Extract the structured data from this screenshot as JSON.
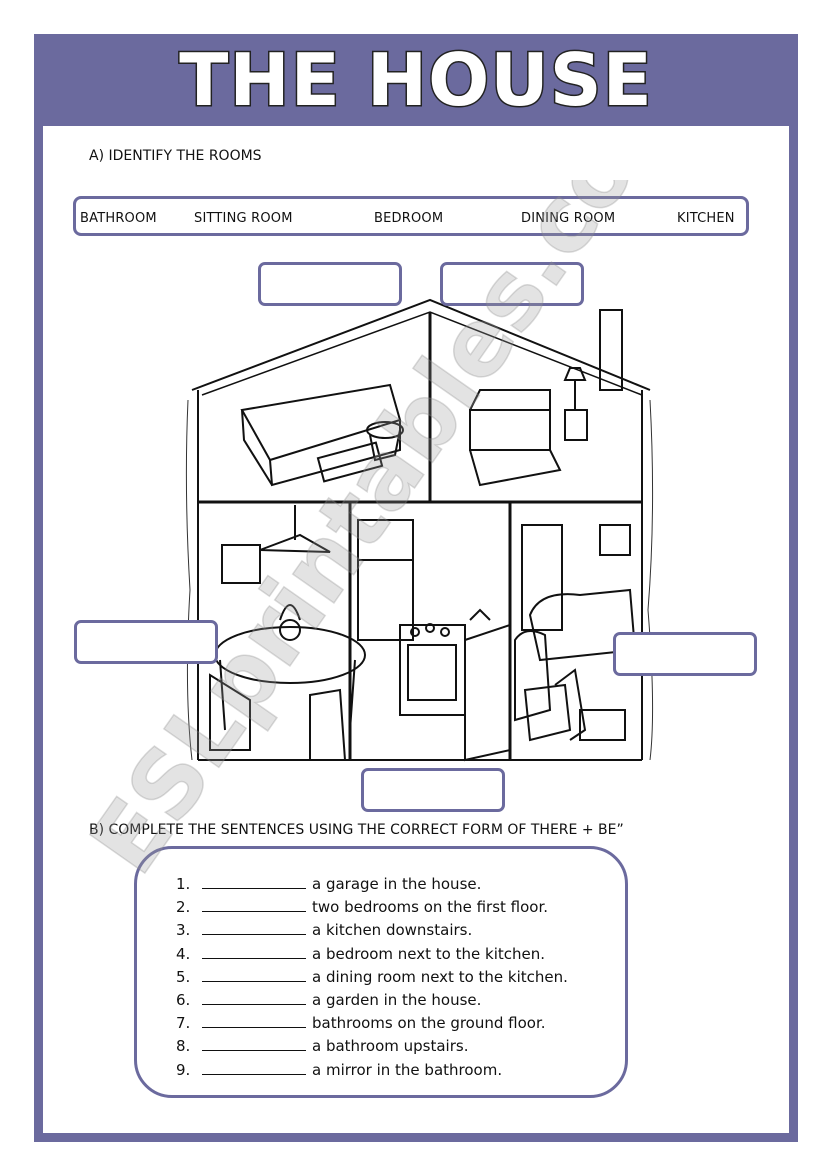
{
  "title": "THE HOUSE",
  "section_a": {
    "heading": "A) IDENTIFY THE ROOMS",
    "words": [
      "BATHROOM",
      "SITTING ROOM",
      "BEDROOM",
      "DINING ROOM",
      "KITCHEN"
    ]
  },
  "section_b": {
    "heading": "B) COMPLETE THE SENTENCES USING THE CORRECT FORM OF THERE + BE”",
    "sentences": [
      {
        "num": "1.",
        "text": "a garage in the house."
      },
      {
        "num": "2.",
        "text": "two bedrooms on the first floor."
      },
      {
        "num": "3.",
        "text": "a kitchen downstairs."
      },
      {
        "num": "4.",
        "text": "a bedroom next to the kitchen."
      },
      {
        "num": "5.",
        "text": "a dining room next to the kitchen."
      },
      {
        "num": "6.",
        "text": "a garden in the house."
      },
      {
        "num": "7.",
        "text": "bathrooms on the ground floor."
      },
      {
        "num": "8.",
        "text": "a bathroom upstairs."
      },
      {
        "num": "9.",
        "text": "a mirror in the bathroom."
      }
    ]
  },
  "watermark": "ESLprintables.com",
  "colors": {
    "frame": "#6b6a9e"
  }
}
